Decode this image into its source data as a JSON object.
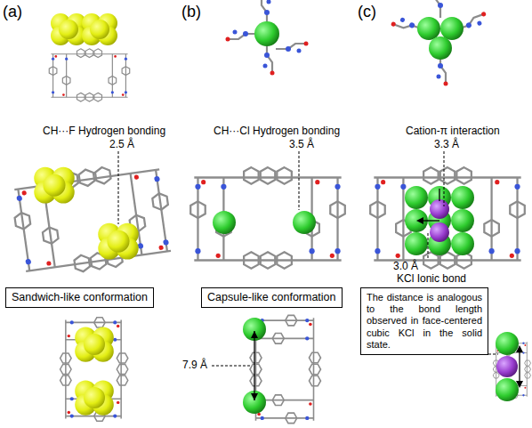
{
  "diagram": {
    "nodes": [
      {
        "text": [
          "Sandwich-like conformation"
        ]
      },
      {
        "text": [
          "Capsule-like conformation"
        ]
      },
      {
        "text": [
          "The distance is analogous to the bond length observed in face-centered cubic KCl in the solid state."
        ]
      }
    ],
    "labels": [
      "(a)",
      "(b)",
      "(c)",
      "CH···F Hydrogen bonding",
      "2.5 Å",
      "CH···Cl Hydrogen bonding",
      "3.5 Å",
      "Cation-π interaction",
      "3.3 Å",
      "7.9 Å",
      "3.0 Å",
      "KCl Ionic bond"
    ]
  }
}
